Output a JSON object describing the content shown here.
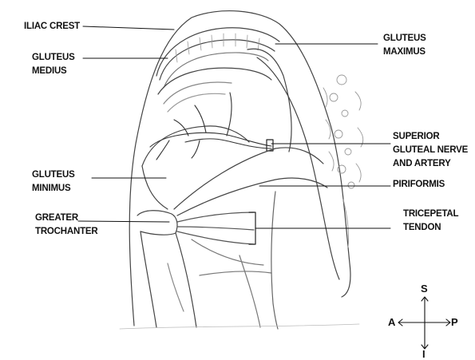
{
  "labels": {
    "iliac_crest": "ILIAC CREST",
    "gluteus_medius": [
      "GLUTEUS",
      "MEDIUS"
    ],
    "gluteus_maximus": [
      "GLUTEUS",
      "MAXIMUS"
    ],
    "superior_gluteal": [
      "SUPERIOR",
      "GLUTEAL NERVE",
      "AND ARTERY"
    ],
    "gluteus_minimus": [
      "GLUTEUS",
      "MINIMUS"
    ],
    "piriformis": "PIRIFORMIS",
    "greater_trochanter": [
      "GREATER",
      "TROCHANTER"
    ],
    "tricepetal_tendon": [
      "TRICEPETAL",
      "TENDON"
    ]
  },
  "compass": {
    "superior": "S",
    "inferior": "I",
    "anterior": "A",
    "posterior": "P"
  }
}
